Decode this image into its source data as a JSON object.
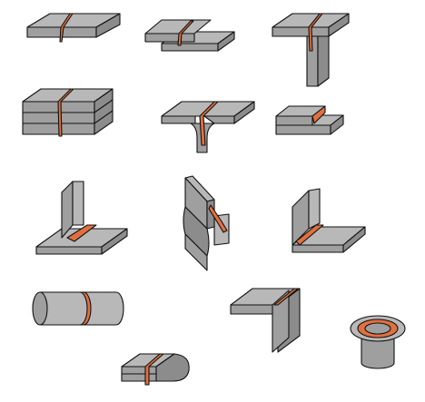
{
  "figure": {
    "colors": {
      "background": "#ffffff",
      "top_face": "#b8b8b8",
      "side_face": "#9f9f9f",
      "dark_face": "#8c8c8c",
      "outline": "#111111",
      "weld": "#e07040"
    },
    "items": [
      {
        "name": "butt-joint-plates",
        "icon": "butt-weld-icon"
      },
      {
        "name": "lap-joint-plates",
        "icon": "lap-weld-icon"
      },
      {
        "name": "tee-joint-inverted",
        "icon": "tee-weld-icon"
      },
      {
        "name": "stacked-plates-joint",
        "icon": "stack-weld-icon"
      },
      {
        "name": "flanged-edge-joint",
        "icon": "flange-weld-icon"
      },
      {
        "name": "step-lap-joint",
        "icon": "step-weld-icon"
      },
      {
        "name": "tee-fillet-joint",
        "icon": "fillet-tee-icon"
      },
      {
        "name": "flared-bend-joint",
        "icon": "flare-weld-icon"
      },
      {
        "name": "corner-fillet-joint",
        "icon": "corner-weld-icon"
      },
      {
        "name": "pipe-butt-joint",
        "icon": "pipe-weld-icon"
      },
      {
        "name": "outside-corner-joint",
        "icon": "outside-corner-icon"
      },
      {
        "name": "pipe-flange-joint",
        "icon": "flange-ring-icon"
      },
      {
        "name": "hem-edge-joint",
        "icon": "hem-weld-icon"
      }
    ]
  }
}
